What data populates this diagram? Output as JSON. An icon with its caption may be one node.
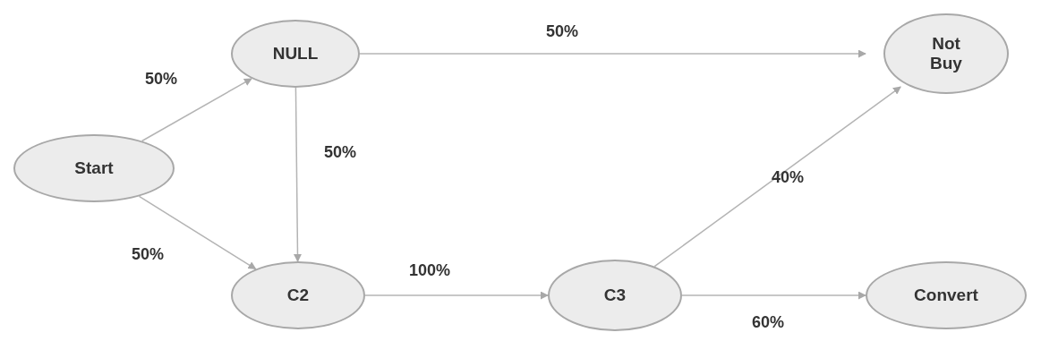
{
  "diagram": {
    "nodes": [
      {
        "text": [
          "Start"
        ]
      },
      {
        "text": [
          "NULL"
        ]
      },
      {
        "text": [
          "Not Buy"
        ]
      },
      {
        "text": [
          "C2"
        ]
      },
      {
        "text": [
          "C3"
        ]
      },
      {
        "text": [
          "Convert"
        ]
      }
    ],
    "edges": [
      {
        "from": 0,
        "to": 1,
        "arrow": "to",
        "label": "50%"
      },
      {
        "from": 1,
        "to": 2,
        "arrow": "to",
        "label": "50%"
      },
      {
        "from": 1,
        "to": 3,
        "arrow": "to",
        "label": "50%"
      },
      {
        "from": 0,
        "to": 3,
        "arrow": "to",
        "label": "50%"
      },
      {
        "from": 3,
        "to": 4,
        "arrow": "to",
        "label": "100%"
      },
      {
        "from": 4,
        "to": 2,
        "arrow": "to",
        "label": "40%"
      },
      {
        "from": 4,
        "to": 5,
        "arrow": "to",
        "label": "60%"
      }
    ]
  }
}
